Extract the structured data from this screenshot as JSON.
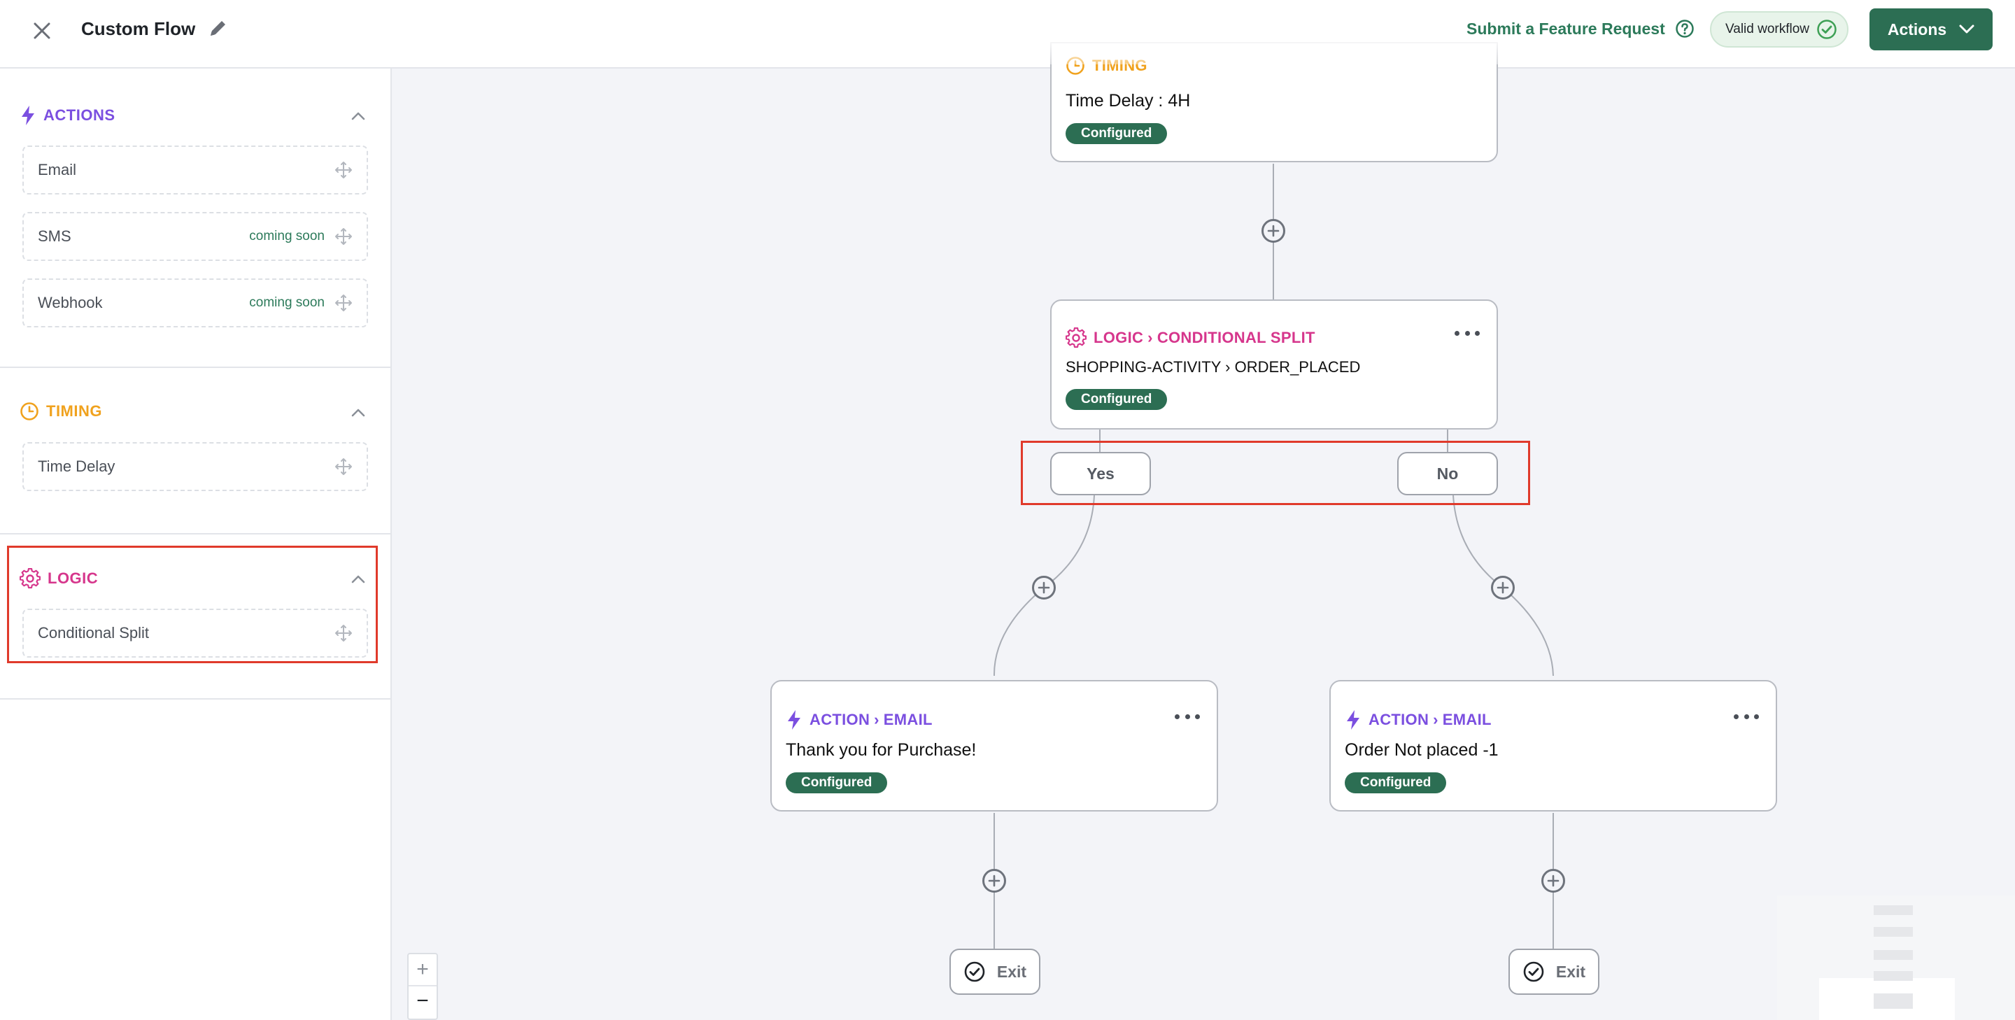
{
  "header": {
    "title": "Custom Flow",
    "feature_request": "Submit a Feature Request",
    "valid_status": "Valid workflow",
    "actions_label": "Actions"
  },
  "sidebar": {
    "actions": {
      "heading": "ACTIONS",
      "color": "#7b4fe0",
      "items": [
        {
          "label": "Email",
          "status": ""
        },
        {
          "label": "SMS",
          "status": "coming soon"
        },
        {
          "label": "Webhook",
          "status": "coming soon"
        }
      ]
    },
    "timing": {
      "heading": "TIMING",
      "color": "#f0a21e",
      "items": [
        {
          "label": "Time Delay"
        }
      ]
    },
    "logic": {
      "heading": "LOGIC",
      "color": "#d6368c",
      "items": [
        {
          "label": "Conditional Split"
        }
      ]
    }
  },
  "canvas": {
    "timing_node": {
      "category": "TIMING",
      "title": "Time Delay : 4H",
      "badge": "Configured"
    },
    "logic_node": {
      "category": "LOGIC",
      "type": "CONDITIONAL SPLIT",
      "separator": "›",
      "title": "SHOPPING-ACTIVITY › ORDER_PLACED",
      "badge": "Configured"
    },
    "branches": {
      "yes": "Yes",
      "no": "No"
    },
    "email_left": {
      "category": "ACTION",
      "type": "EMAIL",
      "separator": "›",
      "title": "Thank you for Purchase!",
      "badge": "Configured"
    },
    "email_right": {
      "category": "ACTION",
      "type": "EMAIL",
      "separator": "›",
      "title": "Order Not placed -1",
      "badge": "Configured"
    },
    "exit_label": "Exit"
  },
  "zoom": {
    "in": "+",
    "out": "−"
  },
  "colors": {
    "brand_green": "#2c6e53",
    "action_purple": "#7b4fe0",
    "logic_pink": "#d6368c",
    "timing_orange": "#f0a21e",
    "highlight_red": "#e03a2b"
  }
}
